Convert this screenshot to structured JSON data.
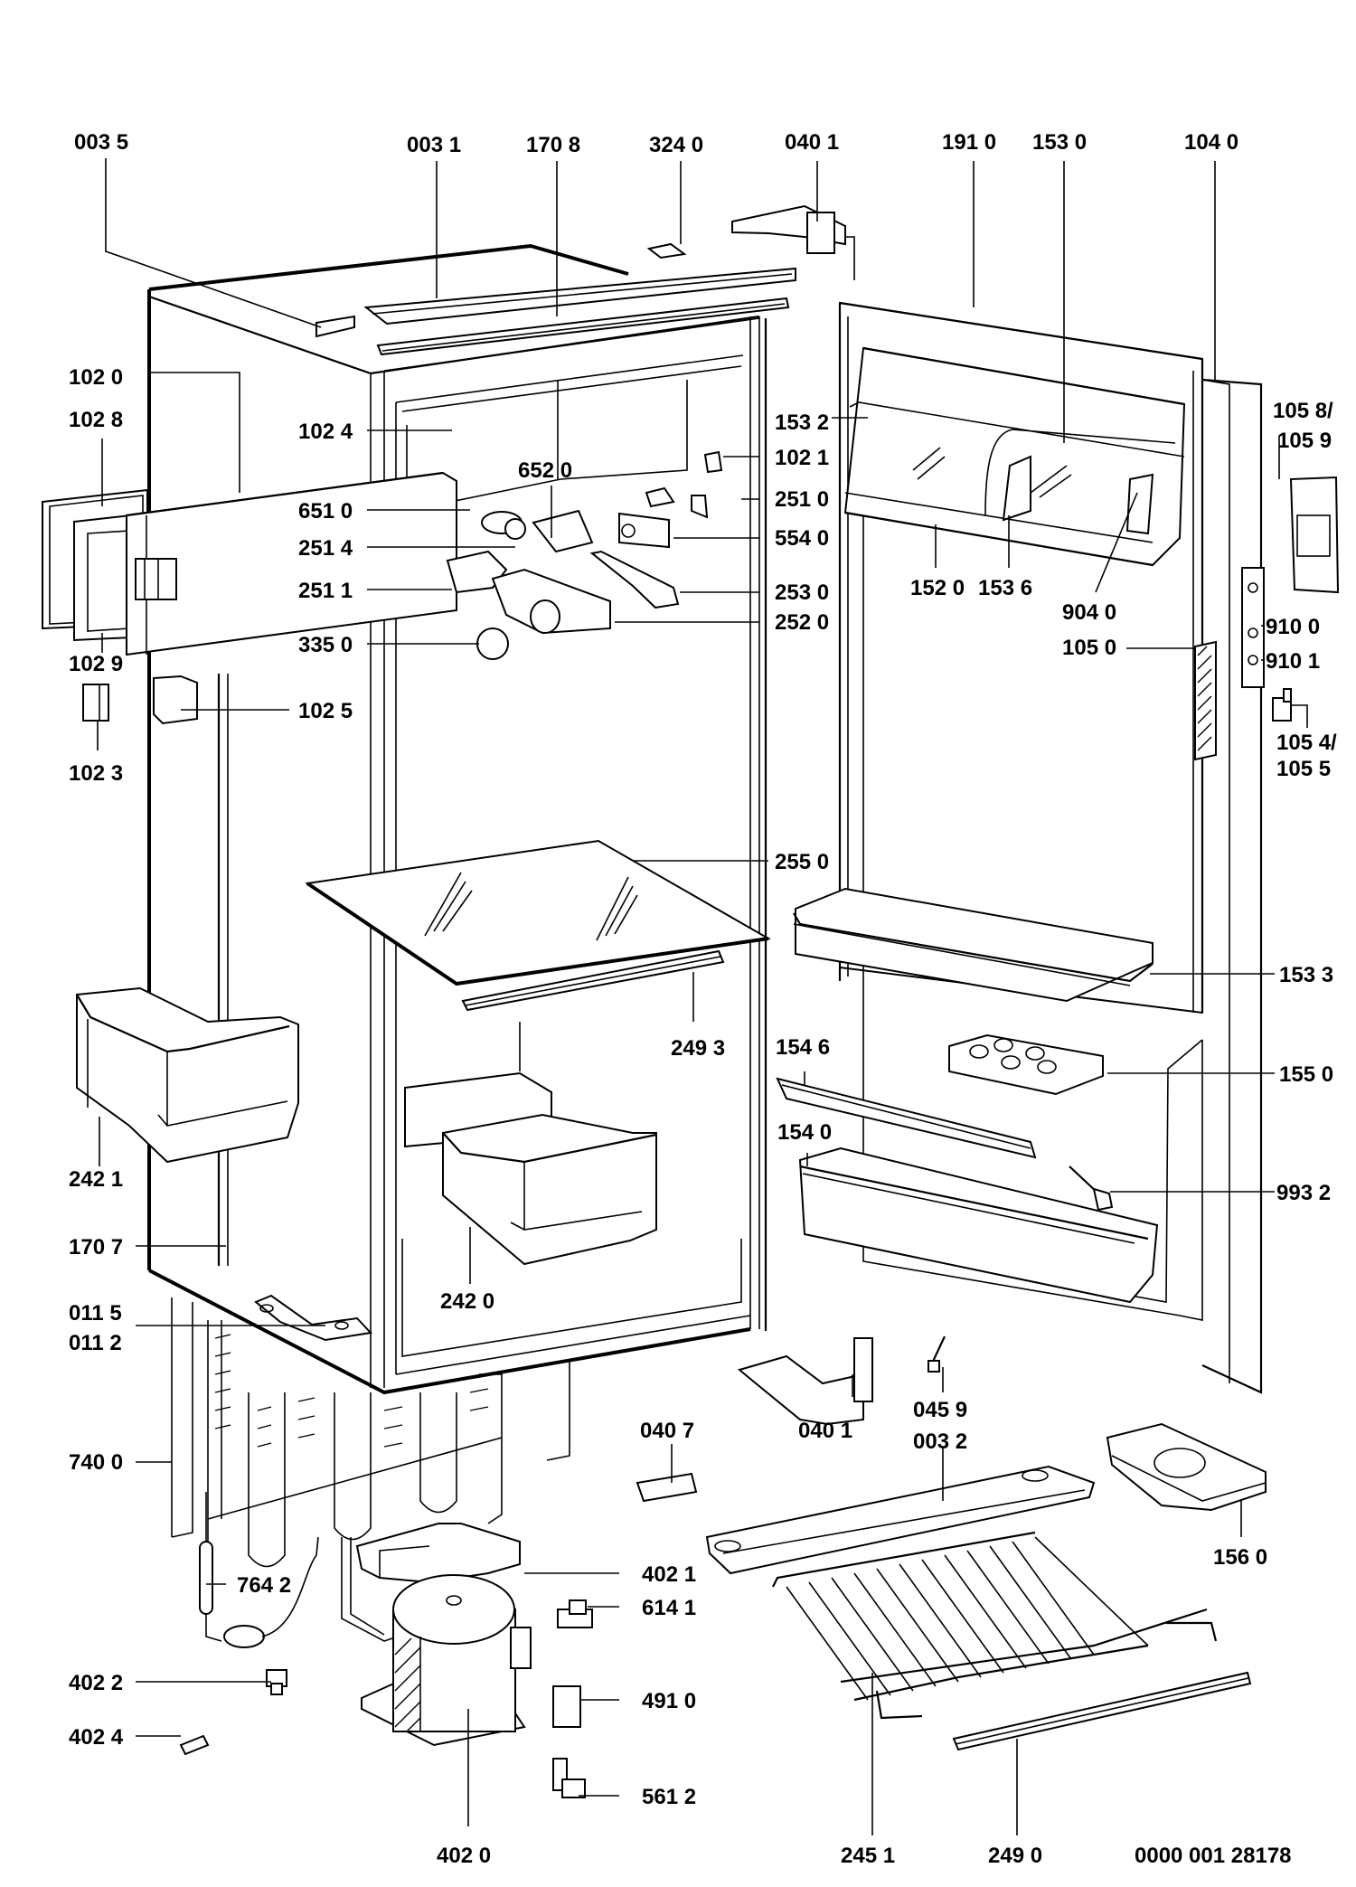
{
  "diagram": {
    "title": "Refrigerator exploded parts diagram",
    "document_number": "0000 001 28178",
    "labels": {
      "p0035": "003 5",
      "p0031": "003 1",
      "p1708": "170 8",
      "p3240": "324 0",
      "p0401_top": "040 1",
      "p1910": "191 0",
      "p1530": "153 0",
      "p1040": "104 0",
      "p1020": "102 0",
      "p1028": "102 8",
      "p1024": "102 4",
      "p1532": "153 2",
      "p1021": "102 1",
      "p6520": "652 0",
      "p6510": "651 0",
      "p2510": "251 0",
      "p2514": "251 4",
      "p5540": "554 0",
      "p2511": "251 1",
      "p2530": "253 0",
      "p2520": "252 0",
      "p3350": "335 0",
      "p1029": "102 9",
      "p1025": "102 5",
      "p1023": "102 3",
      "p1058": "105 8/",
      "p1059": "105 9",
      "p1520": "152 0",
      "p1536": "153 6",
      "p9040": "904 0",
      "p1050": "105 0",
      "p9100": "910 0",
      "p9101": "910 1",
      "p1054": "105 4/",
      "p1055": "105 5",
      "p2550": "255 0",
      "p1533": "153 3",
      "p2493": "249 3",
      "p1546": "154 6",
      "p1550": "155 0",
      "p1540": "154 0",
      "p9932": "993 2",
      "p2421": "242 1",
      "p1707": "170 7",
      "p2420": "242 0",
      "p0115": "011 5",
      "p0112": "011 2",
      "p0401_bottom": "040 1",
      "p0459": "045 9",
      "p0407": "040 7",
      "p0032": "003 2",
      "p7400": "740 0",
      "p1560": "156 0",
      "p4021": "402 1",
      "p7642": "764 2",
      "p6141": "614 1",
      "p4022": "402 2",
      "p4910": "491 0",
      "p4024": "402 4",
      "p5612": "561 2",
      "p4020": "402 0",
      "p2451": "245 1",
      "p2490": "249 0"
    }
  }
}
